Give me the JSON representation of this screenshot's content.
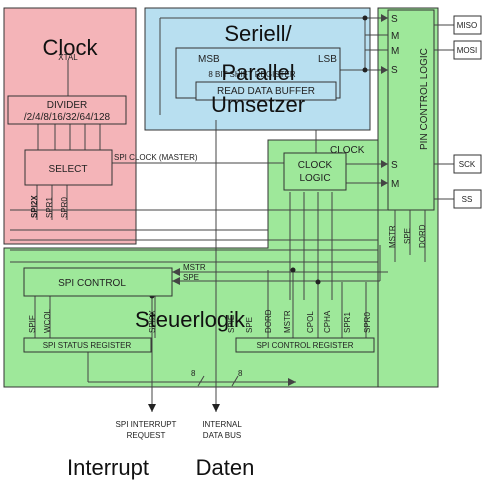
{
  "regions": {
    "clock": {
      "label": "Clock",
      "color": "#f4b4b8"
    },
    "serial": {
      "label_lines": [
        "Seriell/",
        "Parallel",
        "Umsetzer"
      ],
      "color": "#b8dff0"
    },
    "control": {
      "label": "Steuerlogik",
      "color": "#9ee89a"
    }
  },
  "clock_block": {
    "xtal": "XTAL",
    "divider_title": "DIVIDER",
    "divider_ratios": "/2/4/8/16/32/64/128",
    "select": "SELECT",
    "spi_clock_master": "SPI CLOCK (MASTER)",
    "select_inputs": [
      "SPI2X",
      "SPR1",
      "SPR0"
    ]
  },
  "shift_register": {
    "msb": "MSB",
    "lsb": "LSB",
    "shift_label": "8 BIT SHIFT REGISTER",
    "read_buffer": "READ DATA BUFFER"
  },
  "clock_logic": {
    "title_lines": [
      "CLOCK",
      "LOGIC"
    ],
    "clock_in": "CLOCK",
    "s": "S",
    "m": "M"
  },
  "pin_control": {
    "title": "PIN CONTROL LOGIC",
    "switches": [
      "S",
      "M",
      "M",
      "S"
    ],
    "inputs": [
      "MSTR",
      "SPE",
      "DORD"
    ]
  },
  "pins": [
    "MISO",
    "MOSI",
    "SCK",
    "SS"
  ],
  "spi_control": {
    "title": "SPI CONTROL",
    "mstr": "MSTR",
    "spe": "SPE"
  },
  "status_register": {
    "title": "SPI STATUS REGISTER",
    "bits": [
      "SPIF",
      "WCOL",
      "SPI2X"
    ]
  },
  "control_register": {
    "title": "SPI CONTROL REGISTER",
    "bits": [
      "SPIE",
      "SPE",
      "DORD",
      "MSTR",
      "CPOL",
      "CPHA",
      "SPR1",
      "SPR0"
    ]
  },
  "bus": {
    "width_left": "8",
    "width_right": "8"
  },
  "outputs": {
    "interrupt_lines": [
      "SPI INTERRUPT",
      "REQUEST"
    ],
    "databus_lines": [
      "INTERNAL",
      "DATA BUS"
    ],
    "interrupt_caption": "Interrupt",
    "databus_caption": "Daten"
  }
}
